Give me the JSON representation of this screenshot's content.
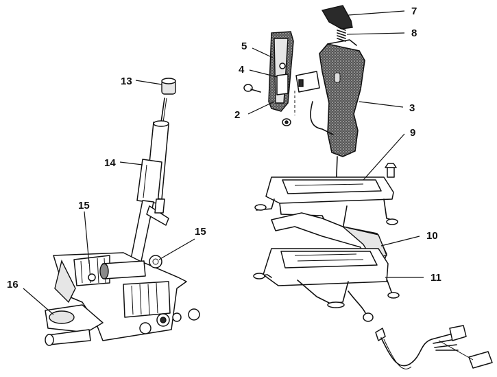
{
  "callouts": [
    {
      "id": "c2",
      "label": "2"
    },
    {
      "id": "c3",
      "label": "3"
    },
    {
      "id": "c4",
      "label": "4"
    },
    {
      "id": "c5",
      "label": "5"
    },
    {
      "id": "c7",
      "label": "7"
    },
    {
      "id": "c8",
      "label": "8"
    },
    {
      "id": "c9",
      "label": "9"
    },
    {
      "id": "c10",
      "label": "10"
    },
    {
      "id": "c11",
      "label": "11"
    },
    {
      "id": "c13",
      "label": "13"
    },
    {
      "id": "c14",
      "label": "14"
    },
    {
      "id": "c15a",
      "label": "15"
    },
    {
      "id": "c15b",
      "label": "15"
    },
    {
      "id": "c16",
      "label": "16"
    }
  ]
}
